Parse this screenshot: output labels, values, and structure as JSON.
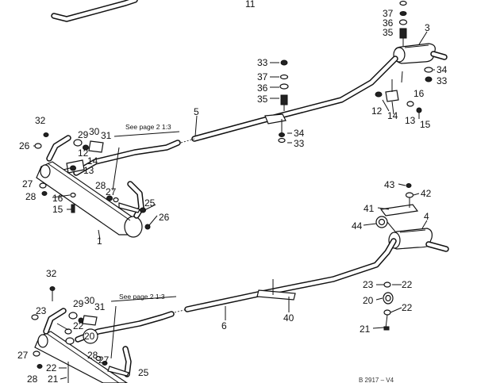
{
  "labels": {
    "p11": "11",
    "p37a": "37",
    "p36a": "36",
    "p35a": "35",
    "p3": "3",
    "p34a": "34",
    "p33a": "33",
    "p33b": "33",
    "p37b": "37",
    "p36b": "36",
    "p35b": "35",
    "p16a": "16",
    "p12a": "12",
    "p14a": "14",
    "p13a": "13",
    "p15a": "15",
    "p5": "5",
    "p34b": "34",
    "p33c": "33",
    "p32a": "32",
    "p29a": "29",
    "p30a": "30",
    "p31a": "31",
    "p26a": "26",
    "p12b": "12",
    "p14b": "14",
    "p13b": "13",
    "p27a": "27",
    "p28a": "28",
    "p16b": "16",
    "p15b": "15",
    "p28b": "28",
    "p27b": "27",
    "p25a": "25",
    "p26b": "26",
    "p1": "1",
    "p43": "43",
    "p42": "42",
    "p41": "41",
    "p44": "44",
    "p4": "4",
    "p32b": "32",
    "p23a": "23",
    "p29b": "29",
    "p30b": "30",
    "p31b": "31",
    "p22a": "22",
    "p20a": "20",
    "p27c": "27",
    "p28c": "28",
    "p27d": "27",
    "p25b": "25",
    "p28d": "28",
    "p22b": "22",
    "p21a": "21",
    "p6": "6",
    "p40": "40",
    "p23b": "23",
    "p22c": "22",
    "p20b": "20",
    "p22d": "22",
    "p21b": "21"
  },
  "notes": {
    "see_page_top": "See page  2  1:3",
    "see_page_bottom": "See page  2  1:3"
  },
  "drawing_code": "B 2917 – V4"
}
